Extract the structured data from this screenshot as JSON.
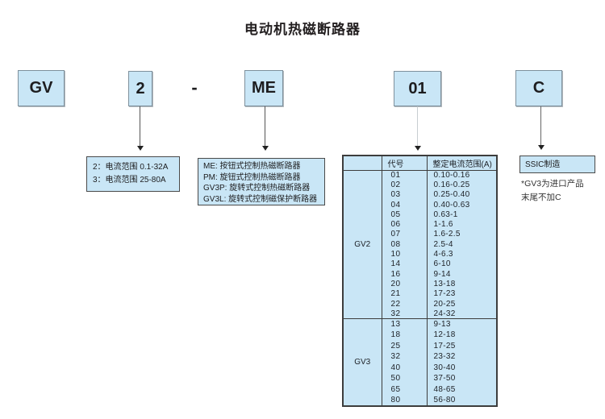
{
  "title": "电动机热磁断路器",
  "separator": "-",
  "code_boxes": [
    {
      "label": "GV"
    },
    {
      "label": "2"
    },
    {
      "label": "ME"
    },
    {
      "label": "01"
    },
    {
      "label": "C"
    }
  ],
  "callouts": {
    "frame_size": {
      "lines": [
        "2：电流范围 0.1-32A",
        "3：电流范围 25-80A"
      ]
    },
    "control_type": {
      "lines": [
        "ME: 按钮式控制热磁断路器",
        "PM: 旋钮式控制热磁断路器",
        "GV3P: 旋转式控制热磁断路器",
        "GV3L: 旋转式控制磁保护断路器"
      ]
    },
    "manufacturer": {
      "label": "SSIC制造",
      "notes": [
        "*GV3为进口产品",
        "末尾不加C"
      ]
    }
  },
  "table": {
    "headers": [
      "",
      "代号",
      "整定电流范围(A)"
    ],
    "groups": [
      {
        "name": "GV2",
        "rows": [
          [
            "01",
            "0.10-0.16"
          ],
          [
            "02",
            "0.16-0.25"
          ],
          [
            "03",
            "0.25-0.40"
          ],
          [
            "04",
            "0.40-0.63"
          ],
          [
            "05",
            "0.63-1"
          ],
          [
            "06",
            "1-1.6"
          ],
          [
            "07",
            "1.6-2.5"
          ],
          [
            "08",
            "2.5-4"
          ],
          [
            "10",
            "4-6.3"
          ],
          [
            "14",
            "6-10"
          ],
          [
            "16",
            "9-14"
          ],
          [
            "20",
            "13-18"
          ],
          [
            "21",
            "17-23"
          ],
          [
            "22",
            "20-25"
          ],
          [
            "32",
            "24-32"
          ]
        ]
      },
      {
        "name": "GV3",
        "rows": [
          [
            "13",
            "9-13"
          ],
          [
            "18",
            "12-18"
          ],
          [
            "25",
            "17-25"
          ],
          [
            "32",
            "23-32"
          ],
          [
            "40",
            "30-40"
          ],
          [
            "50",
            "37-50"
          ],
          [
            "65",
            "48-65"
          ],
          [
            "80",
            "56-80"
          ]
        ]
      }
    ]
  },
  "colors": {
    "box_fill": "#c9e6f6",
    "box_border": "#7e909c",
    "callout_border": "#4a4a4a",
    "table_border": "#3d3d3d",
    "text": "#231f20"
  }
}
